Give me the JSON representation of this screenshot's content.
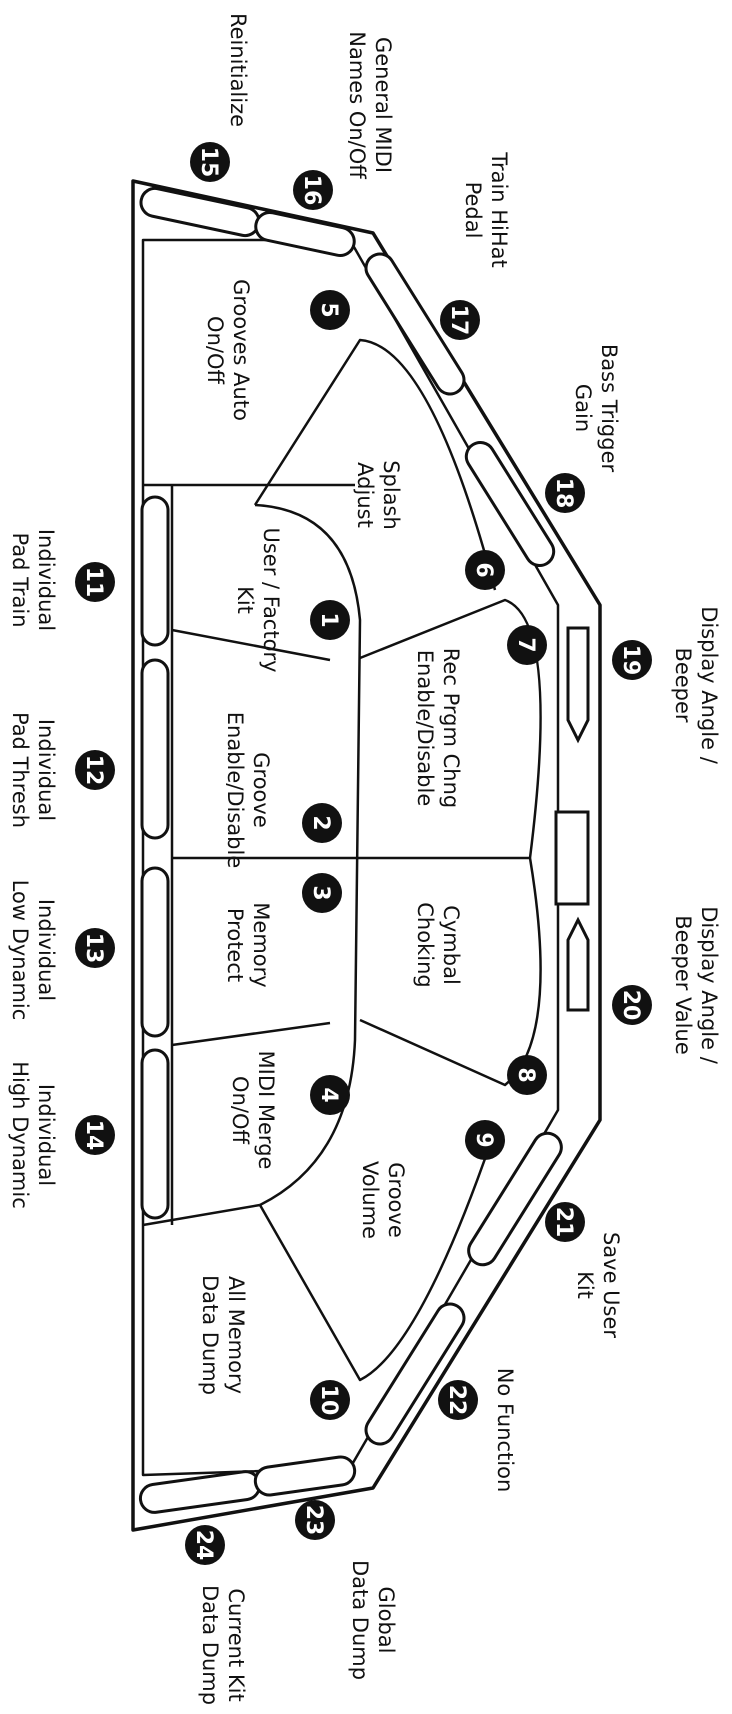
{
  "badges": [
    {
      "id": 1,
      "text": "1"
    },
    {
      "id": 2,
      "text": "2"
    },
    {
      "id": 3,
      "text": "3"
    },
    {
      "id": 4,
      "text": "4"
    },
    {
      "id": 5,
      "text": "5"
    },
    {
      "id": 6,
      "text": "6"
    },
    {
      "id": 7,
      "text": "7"
    },
    {
      "id": 8,
      "text": "8"
    },
    {
      "id": 9,
      "text": "9"
    },
    {
      "id": 10,
      "text": "10"
    },
    {
      "id": 11,
      "text": "11"
    },
    {
      "id": 12,
      "text": "12"
    },
    {
      "id": 13,
      "text": "13"
    },
    {
      "id": 14,
      "text": "14"
    },
    {
      "id": 15,
      "text": "15"
    },
    {
      "id": 16,
      "text": "16"
    },
    {
      "id": 17,
      "text": "17"
    },
    {
      "id": 18,
      "text": "18"
    },
    {
      "id": 19,
      "text": "19"
    },
    {
      "id": 20,
      "text": "20"
    },
    {
      "id": 21,
      "text": "21"
    },
    {
      "id": 22,
      "text": "22"
    },
    {
      "id": 23,
      "text": "23"
    },
    {
      "id": 24,
      "text": "24"
    }
  ],
  "labels": {
    "l1": [
      "User / Factory",
      "Kit"
    ],
    "l2": [
      "Groove",
      "Enable/Disable"
    ],
    "l3": [
      "Memory",
      "Protect"
    ],
    "l4": [
      "MIDI Merge",
      "On/Off"
    ],
    "l5": [
      "Grooves Auto",
      "On/Off"
    ],
    "l6": [
      "Splash",
      "Adjust"
    ],
    "l7": [
      "Rec Prgm Chng",
      "Enable/Disable"
    ],
    "l8": [
      "Cymbal",
      "Choking"
    ],
    "l9": [
      "Groove",
      "Volume"
    ],
    "l10": [
      "All Memory",
      "Data Dump"
    ],
    "l11": [
      "Individual",
      "Pad Train"
    ],
    "l12": [
      "Individual",
      "Pad Thresh"
    ],
    "l13": [
      "Individual",
      "Low Dynamic"
    ],
    "l14": [
      "Individual",
      "High Dynamic"
    ],
    "l15": [
      "Reinitialize"
    ],
    "l16": [
      "General MIDI",
      "Names On/Off"
    ],
    "l17": [
      "Train HiHat",
      "Pedal"
    ],
    "l18": [
      "Bass Trigger",
      "Gain"
    ],
    "l19": [
      "Display Angle /",
      "Beeper"
    ],
    "l20": [
      "Display Angle /",
      "Beeper Value"
    ],
    "l21": [
      "Save User",
      "Kit"
    ],
    "l22": [
      "No Function"
    ],
    "l23": [
      "Global",
      "Data Dump"
    ],
    "l24": [
      "Current Kit",
      "Data Dump"
    ]
  }
}
